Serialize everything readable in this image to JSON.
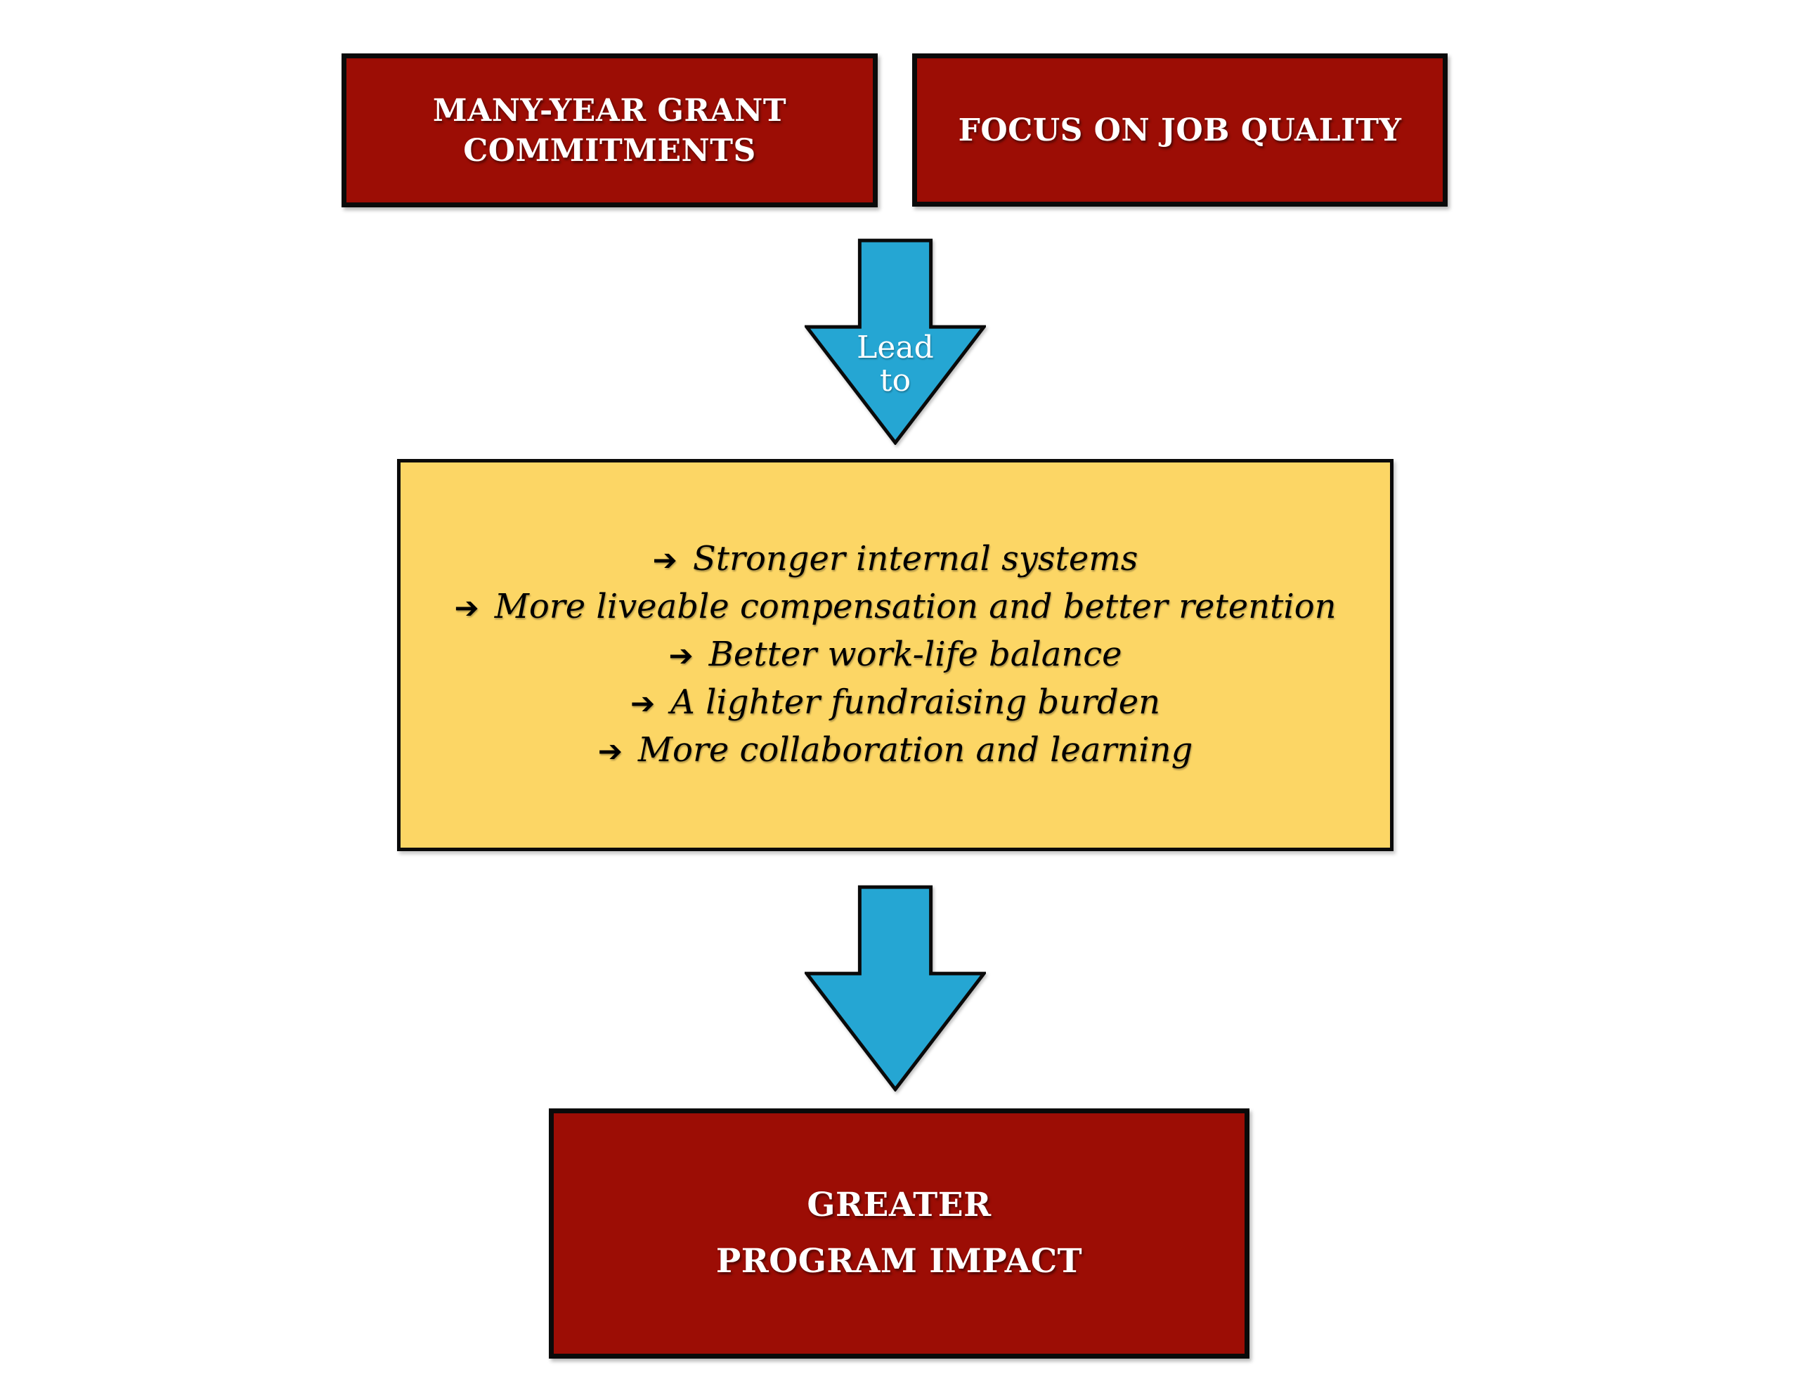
{
  "boxes": {
    "grant": {
      "line1": "MANY-YEAR GRANT",
      "line2": "COMMITMENTS"
    },
    "quality": {
      "label": "FOCUS ON JOB QUALITY"
    },
    "impact": {
      "line1": "GREATER",
      "line2": "PROGRAM IMPACT"
    }
  },
  "arrows": {
    "lead_to": {
      "line1": "Lead",
      "line2": "to"
    }
  },
  "outcomes": {
    "bullet_glyph": "➔",
    "items": [
      "Stronger internal systems",
      "More liveable compensation and better retention",
      "Better work-life balance",
      "A lighter fundraising burden",
      "More collaboration and learning"
    ]
  },
  "colors": {
    "box_red": "#9C0D05",
    "box_yellow": "#FCD665",
    "arrow_blue": "#25A6D3",
    "outline_black": "#0A0A0A",
    "title_text": "#FFFFFF",
    "list_text": "#000000"
  }
}
